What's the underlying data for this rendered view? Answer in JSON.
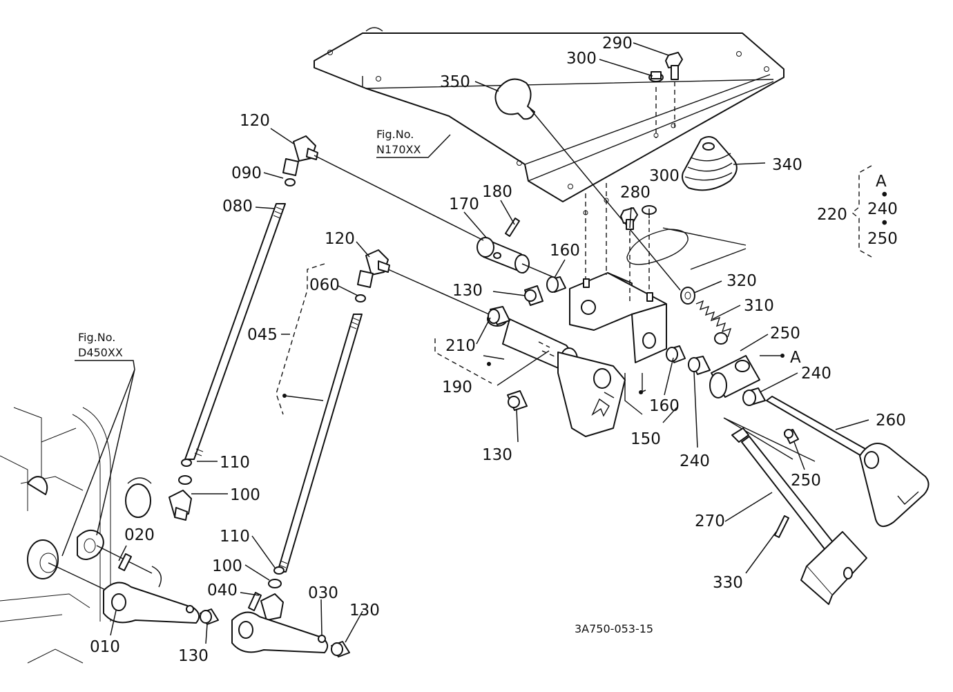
{
  "figure_refs": [
    {
      "line1": "Fig.No.",
      "line2": "N170XX"
    },
    {
      "line1": "Fig.No.",
      "line2": "D450XX"
    }
  ],
  "callouts": {
    "c290": "290",
    "c300a": "300",
    "c350": "350",
    "c340": "340",
    "c120a": "120",
    "c090": "090",
    "c080": "080",
    "c170": "170",
    "c180": "180",
    "c280": "280",
    "c300b": "300",
    "c120b": "120",
    "c060": "060",
    "c160a": "160",
    "c130a": "130",
    "c320": "320",
    "c310": "310",
    "c045": "045",
    "c210": "210",
    "c250a": "250",
    "c240a": "240",
    "c190": "190",
    "c130b": "130",
    "c160b": "160",
    "c150": "150",
    "c240b": "240",
    "c260": "260",
    "c250b": "250",
    "c110a": "110",
    "c100a": "100",
    "c020": "020",
    "c110b": "110",
    "c270": "270",
    "c100b": "100",
    "c040": "040",
    "c030": "030",
    "c330": "330",
    "c130c": "130",
    "c010": "010",
    "c130d": "130",
    "cA1": "A"
  },
  "assembly_220": {
    "label": "220",
    "items": [
      "A",
      "240",
      "250"
    ]
  },
  "drawing_number": "3A750-053-15"
}
